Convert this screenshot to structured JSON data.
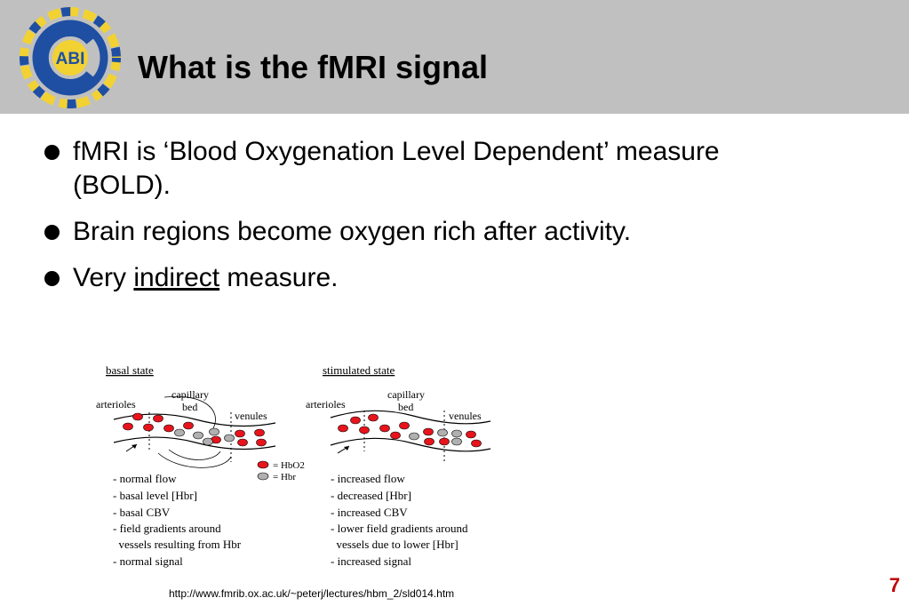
{
  "header": {
    "title": "What is the fMRI signal",
    "logo_text": "ABI",
    "colors": {
      "background": "#c0c0c0",
      "logo_blue": "#1f4fa3",
      "logo_yellow": "#f2d232"
    }
  },
  "bullets": [
    {
      "text": "fMRI is ‘Blood Oxygenation Level Dependent’ measure (BOLD)."
    },
    {
      "text": "Brain regions become oxygen rich after activity."
    },
    {
      "prefix": "Very ",
      "underlined": "indirect",
      "suffix": " measure."
    }
  ],
  "figure": {
    "basal": {
      "heading": "basal state",
      "label_arterioles": "arterioles",
      "label_capillary": "capillary",
      "label_bed": "bed",
      "label_venules": "venules",
      "notes": [
        "- normal flow",
        "- basal level [Hbr]",
        "- basal CBV",
        "- field gradients around",
        "  vessels resulting from Hbr",
        "- normal signal"
      ]
    },
    "stimulated": {
      "heading": "stimulated state",
      "label_arterioles": "arterioles",
      "label_capillary": "capillary",
      "label_bed": "bed",
      "label_venules": "venules",
      "notes": [
        "- increased flow",
        "- decreased [Hbr]",
        "- increased CBV",
        "- lower field gradients around",
        "  vessels due to lower [Hbr]",
        "- increased signal"
      ]
    },
    "legend": {
      "hbo2": "= HbO2",
      "hbr": "= Hbr"
    },
    "colors": {
      "hbo2": "#e8141c",
      "hbr": "#b0b0b0"
    }
  },
  "source_url": "http://www.fmrib.ox.ac.uk/~peterj/lectures/hbm_2/sld014.htm",
  "page_number": "7"
}
